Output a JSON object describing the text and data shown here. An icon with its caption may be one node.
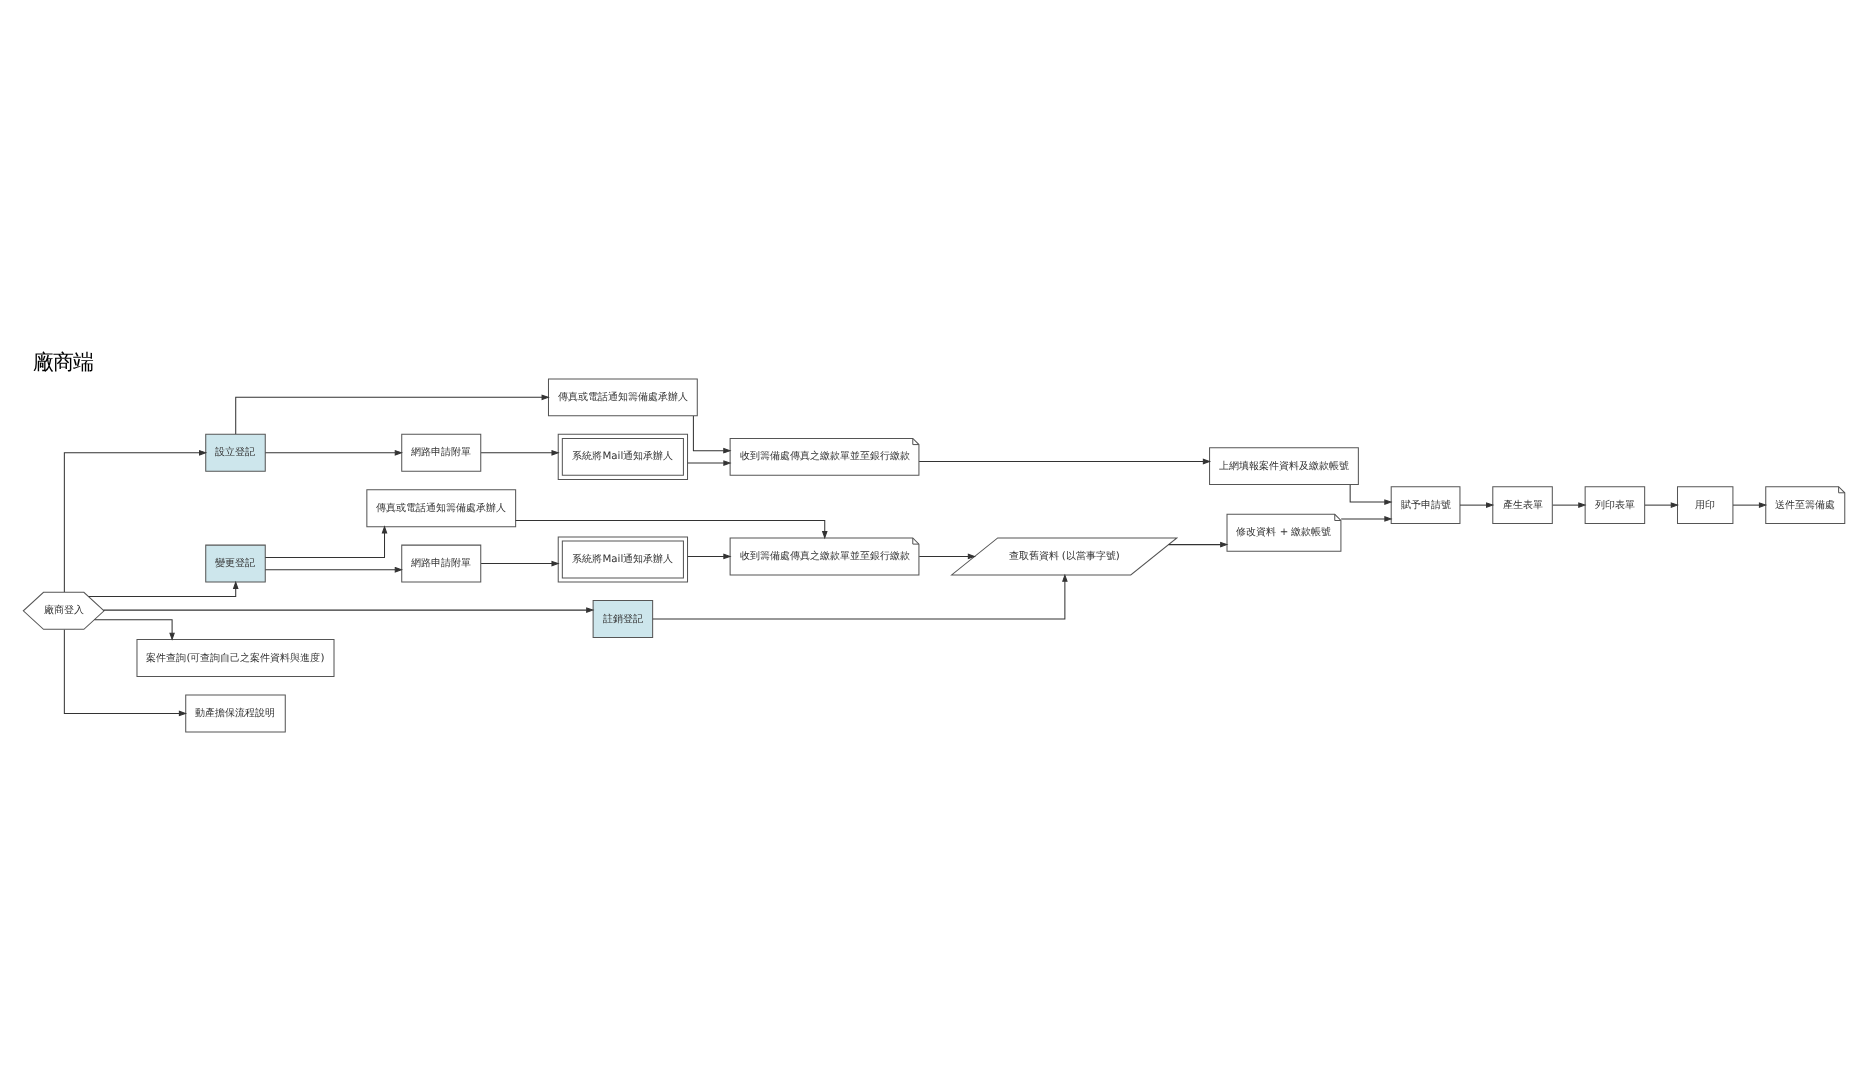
{
  "diagram": {
    "title": "廠商端",
    "nodes": [
      {
        "text": [
          "廠商登入"
        ]
      },
      {
        "text": [
          "設立登記"
        ]
      },
      {
        "text": [
          "傳真或電話通知籌備處承辦人"
        ]
      },
      {
        "text": [
          "收到籌備處傳真之繳款單並至銀行繳款"
        ]
      },
      {
        "text": [
          "上網填報案件資料及繳款帳號"
        ]
      },
      {
        "text": [
          "網路申請附單"
        ]
      },
      {
        "text": [
          "系統將Mail通知承辦人"
        ]
      },
      {
        "text": [
          "賦予申請號"
        ]
      },
      {
        "text": [
          "變更登記"
        ]
      },
      {
        "text": [
          "傳真或電話通知籌備處承辦人"
        ]
      },
      {
        "text": [
          "收到籌備處傳真之繳款單並至銀行繳款"
        ]
      },
      {
        "text": [
          "網路申請附單"
        ]
      },
      {
        "text": [
          "系統將Mail通知承辦人"
        ]
      },
      {
        "text": [
          "修改資料 + 繳款帳號"
        ]
      },
      {
        "text": [
          "查取舊資料 (以當事字號)"
        ]
      },
      {
        "text": [
          "註銷登記"
        ]
      },
      {
        "text": [
          "案件查詢(可查詢自己之案件資料與進度)"
        ]
      },
      {
        "text": [
          "動產擔保流程說明"
        ]
      },
      {
        "text": [
          "產生表單"
        ]
      },
      {
        "text": [
          "列印表單"
        ]
      },
      {
        "text": [
          "用印"
        ]
      },
      {
        "text": [
          "送件至籌備處"
        ]
      }
    ],
    "edges": [
      {
        "from": 0,
        "to": 1,
        "arrow": "to"
      },
      {
        "from": 0,
        "to": 8,
        "arrow": "to"
      },
      {
        "from": 0,
        "to": 15,
        "arrow": "to"
      },
      {
        "from": 0,
        "to": 16,
        "arrow": "to"
      },
      {
        "from": 0,
        "to": 17,
        "arrow": "to"
      },
      {
        "from": 1,
        "to": 2,
        "arrow": "to"
      },
      {
        "from": 1,
        "to": 5,
        "arrow": "to"
      },
      {
        "from": 2,
        "to": 3,
        "arrow": "to"
      },
      {
        "from": 5,
        "to": 6,
        "arrow": "to"
      },
      {
        "from": 6,
        "to": 3,
        "arrow": "to"
      },
      {
        "from": 3,
        "to": 4,
        "arrow": "to"
      },
      {
        "from": 4,
        "to": 7,
        "arrow": "to"
      },
      {
        "from": 8,
        "to": 9,
        "arrow": "to"
      },
      {
        "from": 8,
        "to": 11,
        "arrow": "to"
      },
      {
        "from": 9,
        "to": 10,
        "arrow": "to"
      },
      {
        "from": 11,
        "to": 12,
        "arrow": "to"
      },
      {
        "from": 12,
        "to": 10,
        "arrow": "to"
      },
      {
        "from": 10,
        "to": 14,
        "arrow": "to"
      },
      {
        "from": 14,
        "to": 13,
        "arrow": "to"
      },
      {
        "from": 13,
        "to": 7,
        "arrow": "to"
      },
      {
        "from": 15,
        "to": 14,
        "arrow": "to"
      },
      {
        "from": 7,
        "to": 18,
        "arrow": "to"
      },
      {
        "from": 18,
        "to": 19,
        "arrow": "to"
      },
      {
        "from": 19,
        "to": 20,
        "arrow": "to"
      },
      {
        "from": 20,
        "to": 21,
        "arrow": "to"
      }
    ]
  }
}
